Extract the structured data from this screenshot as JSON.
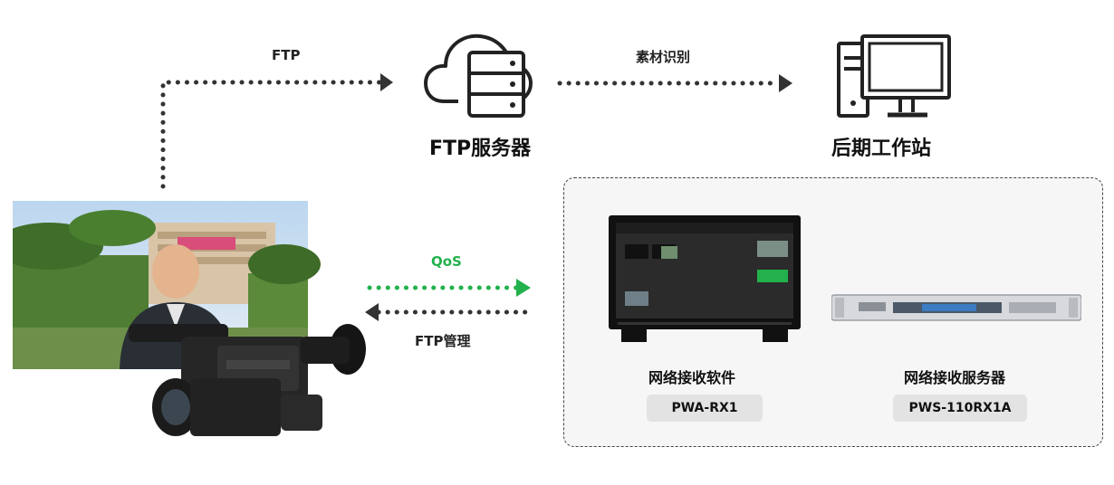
{
  "colors": {
    "accent_green": "#22b14c",
    "line_dark": "#333333",
    "panel_bg": "#f6f6f6",
    "pill_bg": "#e3e3e3"
  },
  "labels": {
    "ftp_upload": "FTP",
    "material_recognition": "素材识别",
    "qos": "QoS",
    "ftp_management": "FTP管理"
  },
  "nodes": {
    "ftp_server": {
      "title": "FTP服务器",
      "icon": "cloud-server-icon"
    },
    "workstation": {
      "title": "后期工作站",
      "icon": "desktop-computer-icon"
    },
    "camera": {
      "icon": "camcorder-icon"
    },
    "reception_software": {
      "caption": "网络接收软件",
      "model": "PWA-RX1",
      "icon": "monitor-icon"
    },
    "reception_server": {
      "caption": "网络接收服务器",
      "model": "PWS-110RX1A",
      "icon": "rack-server-icon"
    }
  }
}
